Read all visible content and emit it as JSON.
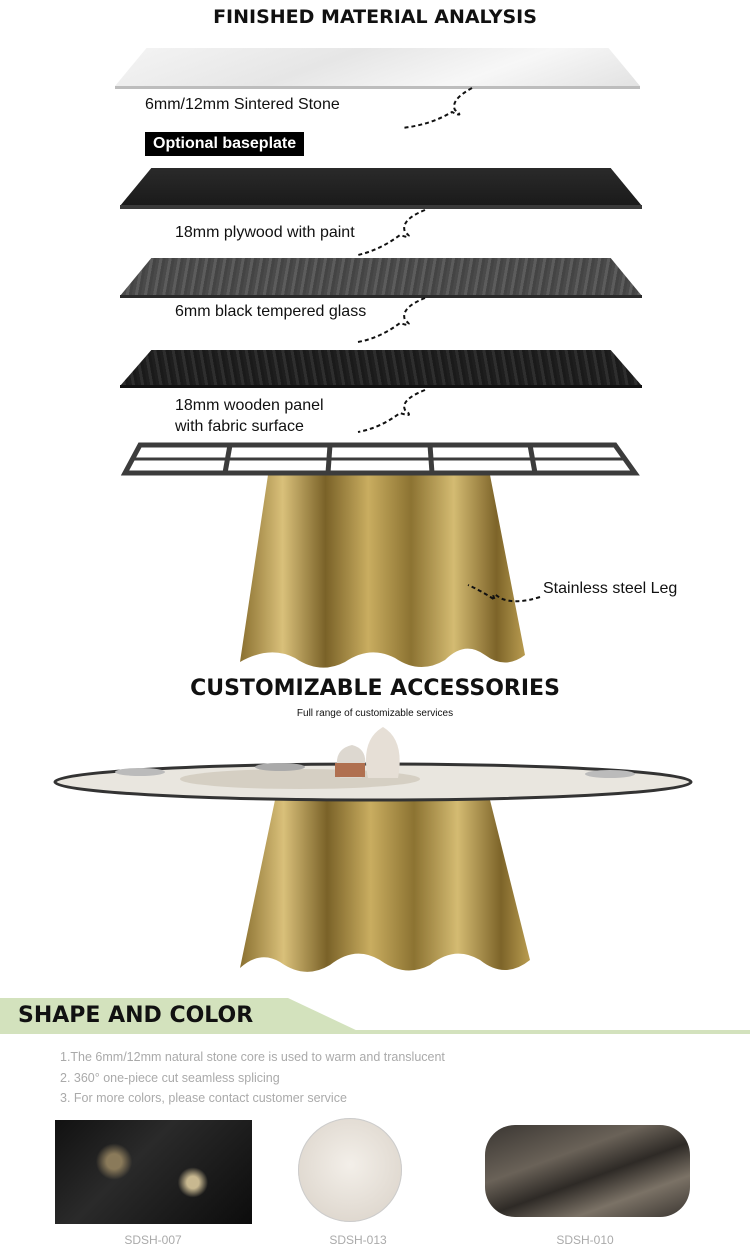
{
  "section1": {
    "title": "FINISHED MATERIAL  ANALYSIS",
    "layers": [
      {
        "label": "6mm/12mm Sintered Stone"
      },
      {
        "label": "Optional baseplate"
      },
      {
        "label": "18mm plywood with paint"
      },
      {
        "label": "6mm black tempered glass"
      },
      {
        "label_line1": "18mm wooden panel",
        "label_line2": "with fabric surface"
      },
      {
        "label": "Stainless steel Leg"
      }
    ]
  },
  "section2": {
    "title": "CUSTOMIZABLE ACCESSORIES",
    "subtitle": "Full range of customizable services"
  },
  "section3": {
    "title": "SHAPE AND COLOR",
    "accent": "#d3e2bd",
    "notes": [
      "1.The 6mm/12mm natural stone core is used to warm and translucent",
      "2. 360° one-piece cut seamless splicing",
      "3. For more colors, please contact customer service"
    ],
    "swatches": [
      {
        "code": "SDSH-007"
      },
      {
        "code": "SDSH-013"
      },
      {
        "code": "SDSH-010"
      }
    ]
  }
}
